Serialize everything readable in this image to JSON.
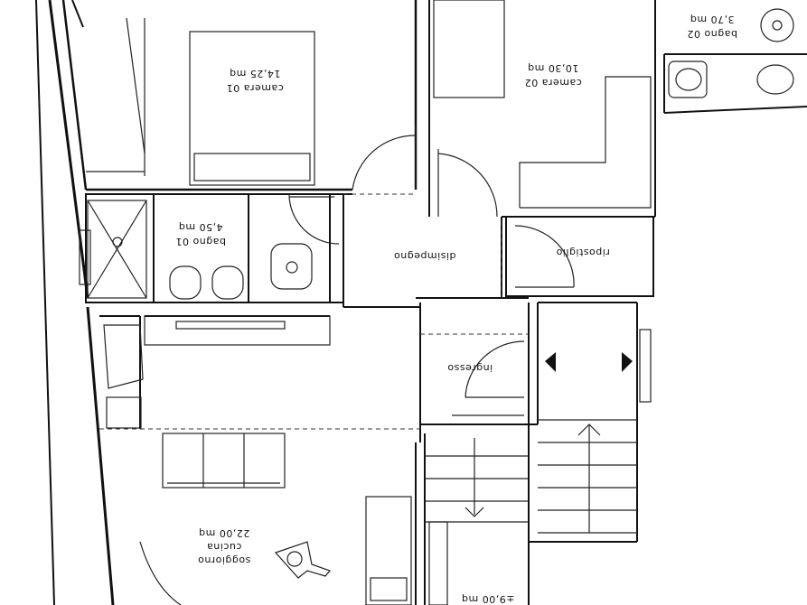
{
  "rooms": [
    {
      "id": "camera-01",
      "name": "camera 01",
      "area": "14,25  mq"
    },
    {
      "id": "camera-02",
      "name": "camera 02",
      "area": "10,30  mq"
    },
    {
      "id": "bagno-02",
      "name": "bagno 02",
      "area": "3,70  mq"
    },
    {
      "id": "bagno-01",
      "name": "bagno 01",
      "area": "4,50  mq"
    },
    {
      "id": "disimpegno",
      "name": "disimpegno"
    },
    {
      "id": "ripostiglio",
      "name": "ripostiglio"
    },
    {
      "id": "ingresso",
      "name": "ingresso"
    },
    {
      "id": "soggiorno",
      "name": "soggiorno",
      "name2": "cucina",
      "area": "22,00  mq"
    },
    {
      "id": "partial",
      "area": "±9,00  mq"
    }
  ],
  "colors": {
    "ink": "#111111",
    "paper": "#ffffff"
  }
}
